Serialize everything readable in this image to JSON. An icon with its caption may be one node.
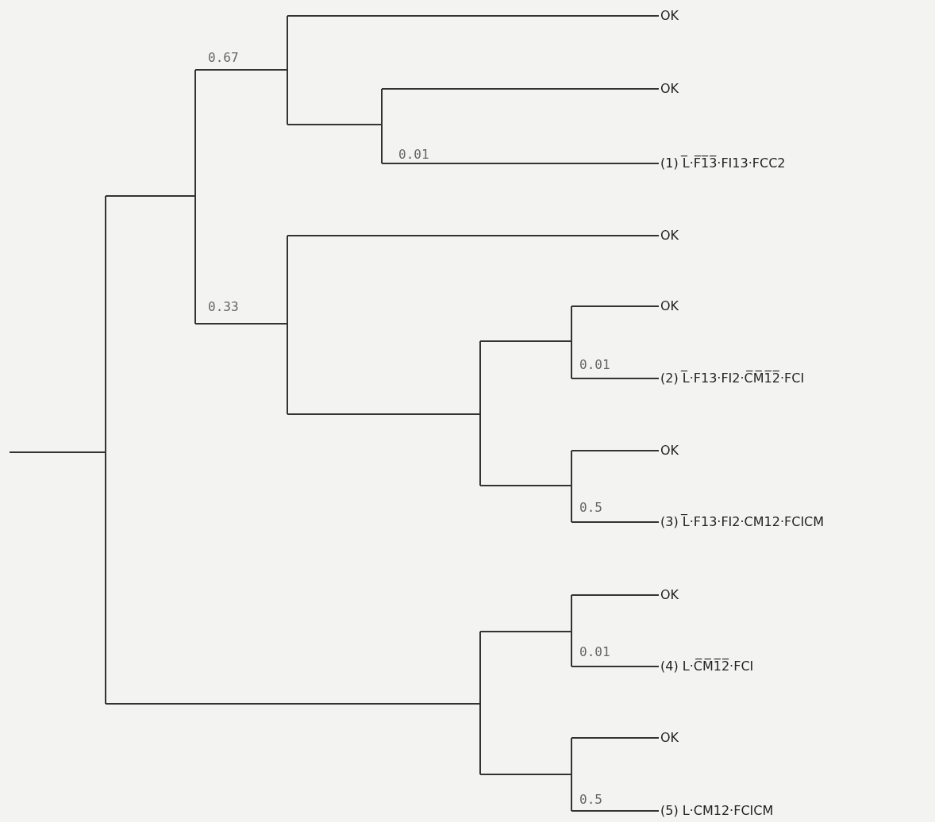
{
  "diagram": {
    "nodes": [
      {
        "text": [
          "OK"
        ]
      },
      {
        "text": [
          "OK"
        ]
      },
      {
        "text": [
          "(1) L̅·F̅1̅3̅·FI13·FCC2"
        ]
      },
      {
        "text": [
          "OK"
        ]
      },
      {
        "text": [
          "OK"
        ]
      },
      {
        "text": [
          "(2) L̅·F13·FI2·C̅M̅1̅2̅·FCI"
        ]
      },
      {
        "text": [
          "OK"
        ]
      },
      {
        "text": [
          "(3) L̅·F13·FI2·CM12·FCICM"
        ]
      },
      {
        "text": [
          "OK"
        ]
      },
      {
        "text": [
          "(4) L·C̅M̅1̅2̅·FCI"
        ]
      },
      {
        "text": [
          "OK"
        ]
      },
      {
        "text": [
          "(5) L·CM12·FCICM"
        ]
      }
    ],
    "edges": [
      {
        "from": null,
        "to": 0,
        "arrow": "none"
      },
      {
        "from": null,
        "to": 1,
        "arrow": "none"
      },
      {
        "from": null,
        "to": 2,
        "arrow": "none"
      },
      {
        "from": null,
        "to": 3,
        "arrow": "none"
      },
      {
        "from": null,
        "to": 4,
        "arrow": "none"
      },
      {
        "from": null,
        "to": 5,
        "arrow": "none"
      },
      {
        "from": null,
        "to": 6,
        "arrow": "none"
      },
      {
        "from": null,
        "to": 7,
        "arrow": "none"
      },
      {
        "from": null,
        "to": 8,
        "arrow": "none"
      },
      {
        "from": null,
        "to": 9,
        "arrow": "none"
      },
      {
        "from": null,
        "to": 10,
        "arrow": "none"
      },
      {
        "from": null,
        "to": 11,
        "arrow": "none"
      }
    ],
    "labels": [
      "0.67",
      "0.01",
      "0.33",
      "0.01",
      "0.5",
      "0.01",
      "0.5"
    ]
  }
}
